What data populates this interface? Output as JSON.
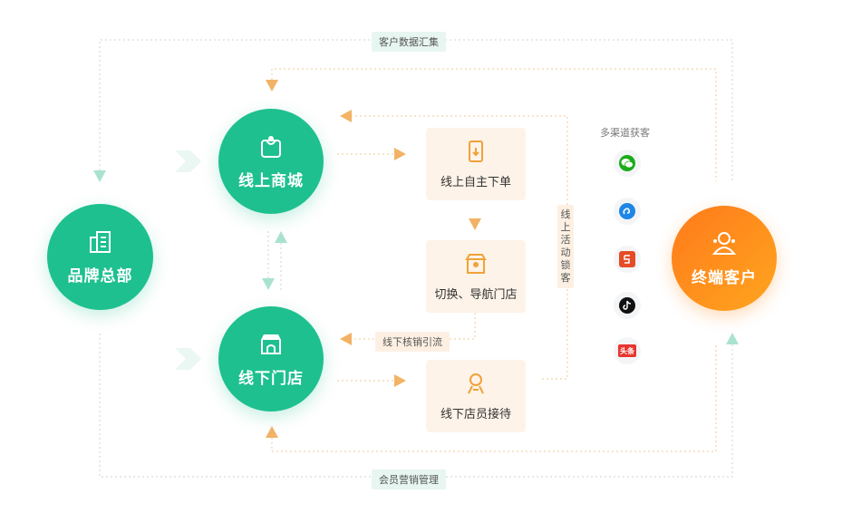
{
  "nodes": {
    "brand_hq": "品牌总部",
    "online_mall": "线上商城",
    "offline_store": "线下门店",
    "end_customer": "终端客户"
  },
  "steps": {
    "self_order": "线上自主下单",
    "switch_nav": "切换、导航门店",
    "staff_reception": "线下店员接待"
  },
  "labels": {
    "data_collection": "客户数据汇集",
    "member_marketing": "会员营销管理",
    "offline_redeem": "线下核销引流",
    "online_activity": "线上活动锁客",
    "multichannel": "多渠道获客"
  },
  "channels": [
    {
      "icon": "wechat-icon",
      "color": "#1aad19"
    },
    {
      "icon": "miniprogram-icon",
      "color": "#1e86e6"
    },
    {
      "icon": "html5-icon",
      "color": "#e44d26"
    },
    {
      "icon": "douyin-icon",
      "color": "#111111"
    },
    {
      "icon": "toutiao-icon",
      "color": "#e8362f",
      "text": "头条"
    }
  ],
  "colors": {
    "green": "#1ec08f",
    "orange": "#ff8a1a",
    "step_bg": "#fdf3e8",
    "arrow_orange": "#f2b366",
    "arrow_green": "#a9e3cf"
  }
}
